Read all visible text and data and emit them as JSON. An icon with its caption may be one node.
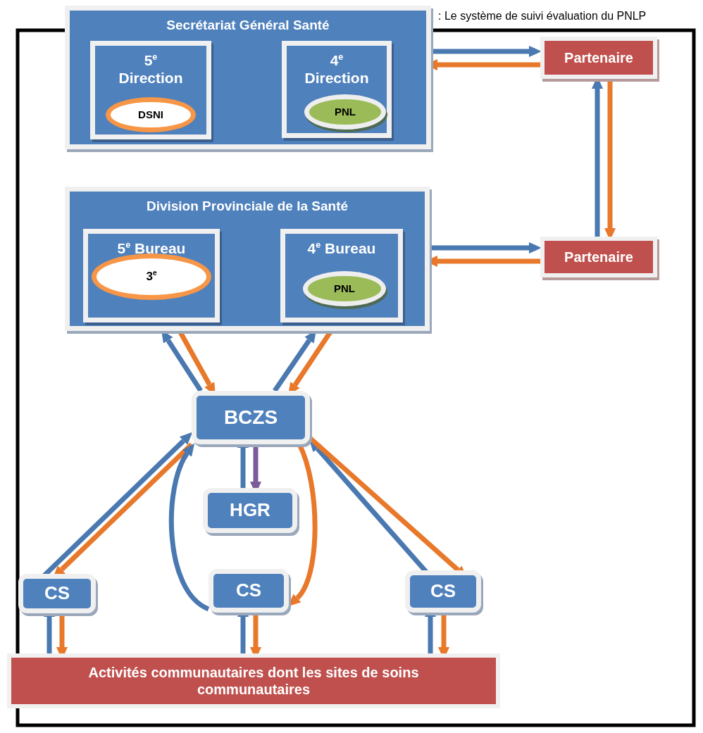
{
  "diagram": {
    "title": ": Le système de suivi évaluation du PNLP",
    "nodes": [
      {
        "text": [
          "Secrétariat Général Santé"
        ]
      },
      {
        "text": [
          "5$^{e}$ Direction"
        ],
        "in": 0
      },
      {
        "text": [
          "DSNI"
        ],
        "in": 1
      },
      {
        "text": [
          "4$^{e}$ Direction"
        ],
        "in": 0
      },
      {
        "text": [
          "PNL"
        ],
        "in": 3
      },
      {
        "text": [
          "Division Provinciale de la Santé"
        ]
      },
      {
        "text": [
          "5$^{e}$ Bureau"
        ],
        "in": 5
      },
      {
        "text": [
          "3$^{e}$"
        ],
        "in": 6
      },
      {
        "text": [
          "4$^{e}$ Bureau"
        ],
        "in": 5
      },
      {
        "text": [
          "PNL"
        ],
        "in": 8
      },
      {
        "text": [
          "Partenaire"
        ]
      },
      {
        "text": [
          "Partenaire"
        ]
      },
      {
        "text": [
          "BCZS"
        ]
      },
      {
        "text": [
          "HGR"
        ]
      },
      {
        "text": [
          "CS"
        ]
      },
      {
        "text": [
          "CS"
        ]
      },
      {
        "text": [
          "CS"
        ]
      },
      {
        "text": [
          "Activités communautaires dont les sites de soins communautaires"
        ]
      }
    ],
    "edges": [
      {
        "from": 0,
        "to": 10,
        "arrow": "to"
      },
      {
        "from": 10,
        "to": 0,
        "arrow": "to",
        "color": "#e8782a"
      },
      {
        "from": 11,
        "to": 10,
        "arrow": "to"
      },
      {
        "from": 10,
        "to": 11,
        "arrow": "to",
        "color": "#e8782a"
      },
      {
        "from": 5,
        "to": 11,
        "arrow": "to"
      },
      {
        "from": 11,
        "to": 5,
        "arrow": "to",
        "color": "#e8782a"
      },
      {
        "from": 12,
        "to": 5,
        "arrow": "to"
      },
      {
        "from": 5,
        "to": 12,
        "arrow": "to",
        "color": "#e8782a"
      },
      {
        "from": 12,
        "to": 5,
        "arrow": "to"
      },
      {
        "from": 5,
        "to": 12,
        "arrow": "to",
        "color": "#e8782a"
      },
      {
        "from": 13,
        "to": 12,
        "arrow": "to"
      },
      {
        "from": 12,
        "to": 13,
        "arrow": "to",
        "color": "#7a5c9a"
      },
      {
        "from": 14,
        "to": 12,
        "arrow": "to"
      },
      {
        "from": 12,
        "to": 14,
        "arrow": "to",
        "color": "#e8782a"
      },
      {
        "from": 15,
        "to": 12,
        "arrow": "to"
      },
      {
        "from": 12,
        "to": 15,
        "arrow": "to",
        "color": "#e8782a"
      },
      {
        "from": 16,
        "to": 12,
        "arrow": "to"
      },
      {
        "from": 12,
        "to": 16,
        "arrow": "to",
        "color": "#e8782a"
      },
      {
        "from": 17,
        "to": 14,
        "arrow": "to"
      },
      {
        "from": 14,
        "to": 17,
        "arrow": "to",
        "color": "#e8782a"
      },
      {
        "from": 17,
        "to": 15,
        "arrow": "to"
      },
      {
        "from": 15,
        "to": 17,
        "arrow": "to",
        "color": "#e8782a"
      },
      {
        "from": 17,
        "to": 16,
        "arrow": "to"
      },
      {
        "from": 16,
        "to": 17,
        "arrow": "to",
        "color": "#e8782a"
      }
    ]
  }
}
